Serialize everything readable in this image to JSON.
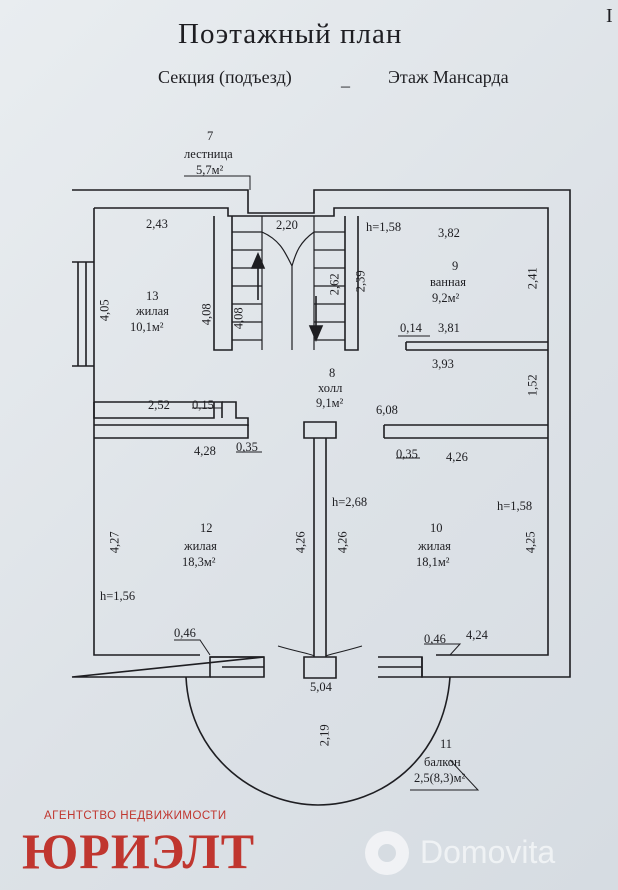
{
  "header": {
    "title": "Поэтажный план",
    "section_text": "Секция (подъезд)",
    "section_value": "_",
    "floor_text": "Этаж Мансарда",
    "corner_mark": "I"
  },
  "rooms": {
    "stair": {
      "num": "7",
      "name": "лестница",
      "area": "5,7м²"
    },
    "bath": {
      "num": "9",
      "name": "ванная",
      "area": "9,2м²"
    },
    "living13": {
      "num": "13",
      "name": "жилая",
      "area": "10,1м²"
    },
    "hall": {
      "num": "8",
      "name": "холл",
      "area": "9,1м²"
    },
    "living12": {
      "num": "12",
      "name": "жилая",
      "area": "18,3м²"
    },
    "living10": {
      "num": "10",
      "name": "жилая",
      "area": "18,1м²"
    },
    "balcony": {
      "num": "11",
      "name": "балкон",
      "area": "2,5(8,3)м²"
    }
  },
  "dimensions": {
    "d243": "2,43",
    "d220": "2,20",
    "h158a": "h=1,58",
    "d382": "3,82",
    "d405": "4,05",
    "d408a": "4,08",
    "d408b": "4,08",
    "d262": "2,62",
    "d239": "2,39",
    "d241": "2,41",
    "d014": "0,14",
    "d381": "3,81",
    "d393": "3,93",
    "d152": "1,52",
    "d252": "2,52",
    "d015": "0,15",
    "d608": "6,08",
    "d428": "4,28",
    "d035a": "0,35",
    "d035b": "0,35",
    "d426a": "4,26",
    "h268": "h=2,68",
    "h158b": "h=1,58",
    "d427": "4,27",
    "d426b": "4,26",
    "d426c": "4,26",
    "d425": "4,25",
    "h156": "h=1,56",
    "d046a": "0,46",
    "d046b": "0,46",
    "d424": "4,24",
    "d504": "5,04",
    "d219": "2,19"
  },
  "branding": {
    "agency": "АГЕНТСТВО НЕДВИЖИМОСТИ",
    "brand": "ЮРИЭЛТ",
    "watermark": "Domovita"
  },
  "colors": {
    "ink": "#1e1e22",
    "brand_red": "#c0362f",
    "paper": "#e4e8ec"
  }
}
